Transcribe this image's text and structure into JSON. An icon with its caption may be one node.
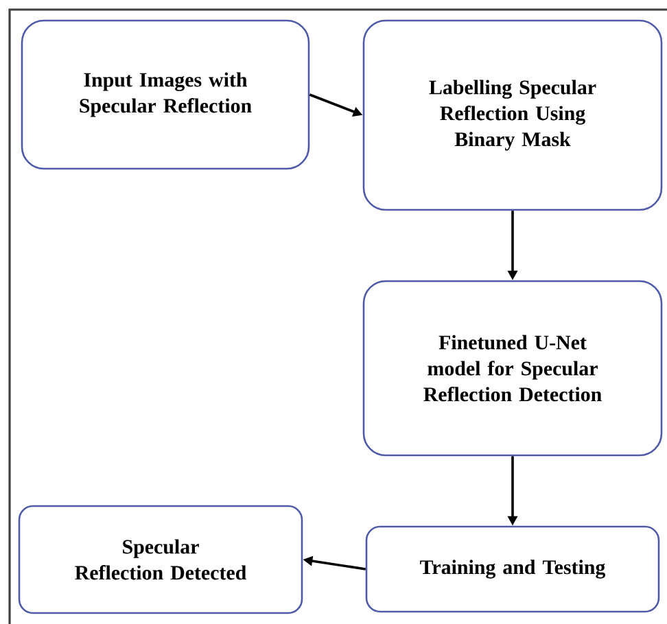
{
  "diagram": {
    "nodes": [
      {
        "text": [
          "Input Images with Specular Reflection"
        ]
      },
      {
        "text": [
          "Labelling Specular Reflection Using Binary Mask"
        ]
      },
      {
        "text": [
          "Finetuned U-Net model for Specular Reflection Detection"
        ]
      },
      {
        "text": [
          "Training and Testing"
        ]
      },
      {
        "text": [
          "Specular Reflection Detected"
        ]
      }
    ],
    "edges": [
      {
        "from": 0,
        "to": 1,
        "arrow": "to"
      },
      {
        "from": 1,
        "to": 2,
        "arrow": "to"
      },
      {
        "from": 2,
        "to": 3,
        "arrow": "to"
      },
      {
        "from": 3,
        "to": 4,
        "arrow": "to"
      }
    ]
  }
}
